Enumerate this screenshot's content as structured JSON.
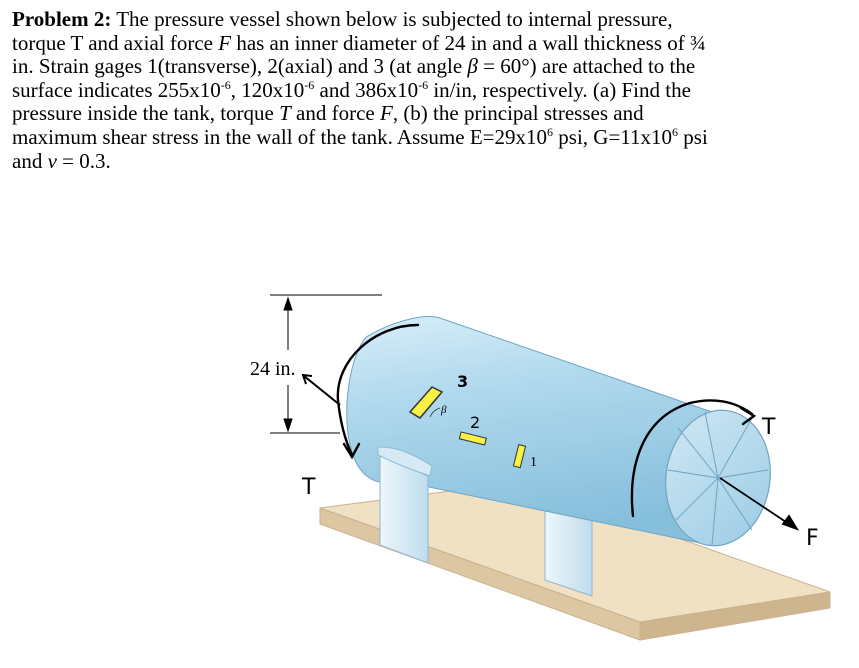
{
  "problem": {
    "heading": "Problem 2:",
    "line1": " The pressure vessel shown below is subjected to internal pressure,",
    "line2_a": "torque T and axial force ",
    "line2_F": "F",
    "line2_b": " has an inner diameter of 24 in and a wall thickness of ¾",
    "line3_a": "in. Strain gages 1(transverse), 2(axial) and 3 (at angle ",
    "line3_beta": "β",
    "line3_b": " = 60°) are attached to the",
    "line4_a": "surface indicates 255x10",
    "line4_exp1": "-6",
    "line4_b": ", 120x10",
    "line4_exp2": "-6",
    "line4_c": " and 386x10",
    "line4_exp3": "-6",
    "line4_d": " in/in, respectively. (a) Find the",
    "line5_a": "pressure inside the tank, torque ",
    "line5_T": "T",
    "line5_b": " and force ",
    "line5_F": "F",
    "line5_c": ", (b) the principal stresses and",
    "line6_a": "maximum shear stress in the wall of the tank. Assume E=29x10",
    "line6_exp1": "6",
    "line6_b": " psi, G=11x10",
    "line6_exp2": "6",
    "line6_c": " psi",
    "line7_a": "and ",
    "line7_nu": "ν",
    "line7_b": " = 0.3."
  },
  "figure": {
    "dimension_label": "24 in.",
    "gage_labels": [
      "3",
      "2",
      "1"
    ],
    "angle_label": "β",
    "torque_label_left": "T",
    "torque_label_right": "T",
    "force_label": "F",
    "colors": {
      "tank_body": "#a9d3ea",
      "tank_highlight": "#d8eef9",
      "base": "#eddcbd",
      "support": "#d7ebf5",
      "gage": "#f5ef3a"
    }
  }
}
